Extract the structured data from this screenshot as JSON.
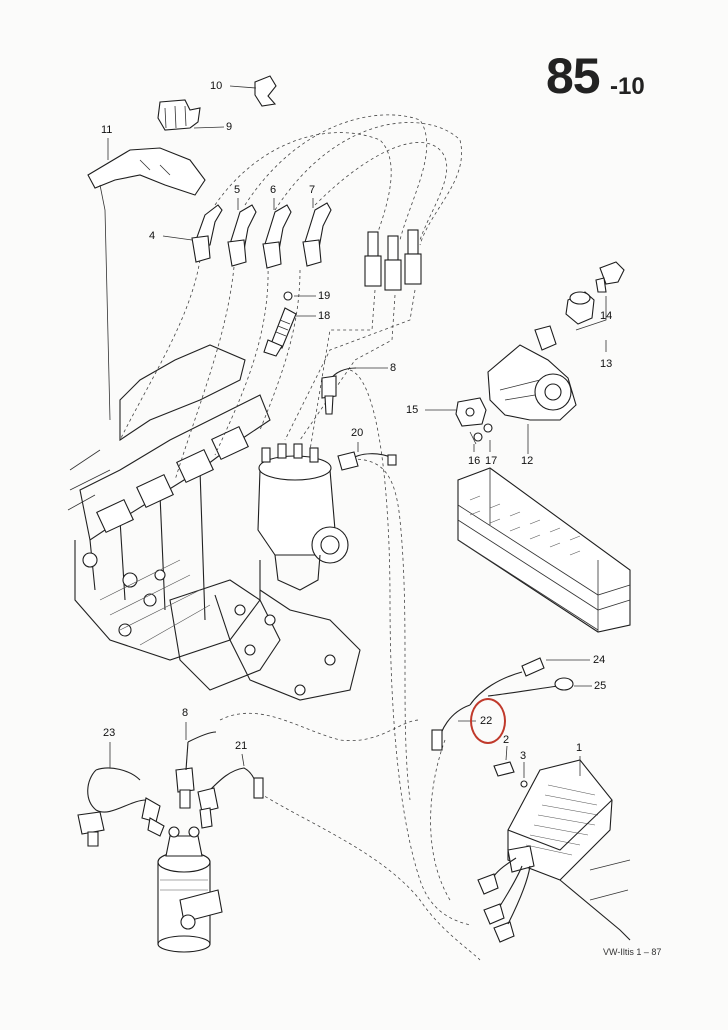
{
  "header": {
    "page_number": "85",
    "page_sub": "-10"
  },
  "footer": {
    "doc_ref": "VW-Iltis 1 – 87"
  },
  "highlight": {
    "part": "22",
    "color": "#c0392b"
  },
  "callouts": {
    "p1": "1",
    "p2": "2",
    "p3": "3",
    "p4": "4",
    "p5": "5",
    "p6": "6",
    "p7": "7",
    "p8a": "8",
    "p8b": "8",
    "p9": "9",
    "p10": "10",
    "p11": "11",
    "p12": "12",
    "p13": "13",
    "p14": "14",
    "p15": "15",
    "p16": "16",
    "p17": "17",
    "p18": "18",
    "p19": "19",
    "p20": "20",
    "p21": "21",
    "p22": "22",
    "p23": "23",
    "p24": "24",
    "p25": "25"
  }
}
